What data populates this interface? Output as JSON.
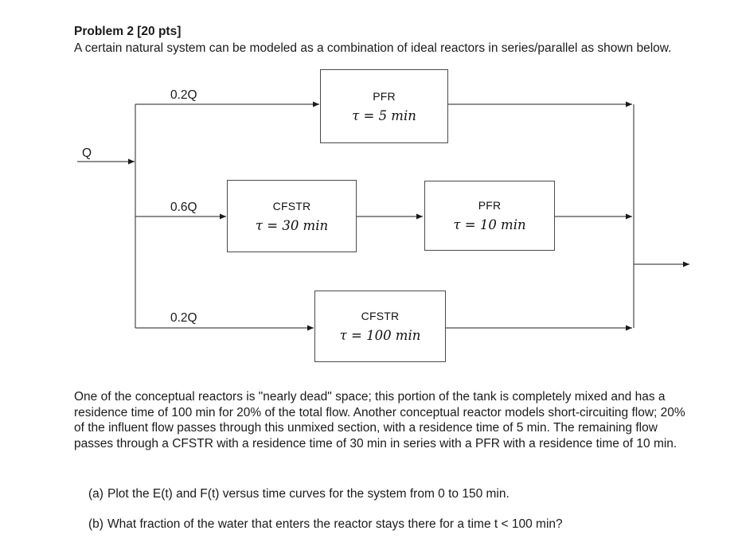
{
  "page": {
    "title": "Problem 2 [20 pts]",
    "intro": "A certain natural system can be modeled as a combination of ideal reactors in series/parallel as shown below.",
    "paragraph": "One of the conceptual reactors is \"nearly dead\" space; this portion of the tank is completely mixed and has a residence time of 100 min for 20% of the total flow. Another conceptual reactor models short-circuiting flow; 20% of the influent flow passes through this unmixed section, with a residence time of 5 min. The remaining flow passes through a CFSTR with a residence time of 30 min in series with a PFR with a residence time of 10 min."
  },
  "diagram": {
    "inlet_label": "Q",
    "top_branch": {
      "flow": "0.2Q",
      "reactor": {
        "name": "PFR",
        "tau": "τ = 5 min"
      }
    },
    "middle_branch": {
      "flow": "0.6Q",
      "reactor1": {
        "name": "CFSTR",
        "tau": "τ = 30 min"
      },
      "reactor2": {
        "name": "PFR",
        "tau": "τ = 10 min"
      }
    },
    "bottom_branch": {
      "flow": "0.2Q",
      "reactor": {
        "name": "CFSTR",
        "tau": "τ = 100 min"
      }
    }
  },
  "questions": [
    {
      "label": "(a)",
      "text": "Plot the E(t) and F(t) versus time curves for the system from 0 to 150 min."
    },
    {
      "label": "(b)",
      "text": "What fraction of the water that enters the reactor stays there for a time t < 100 min?"
    }
  ]
}
